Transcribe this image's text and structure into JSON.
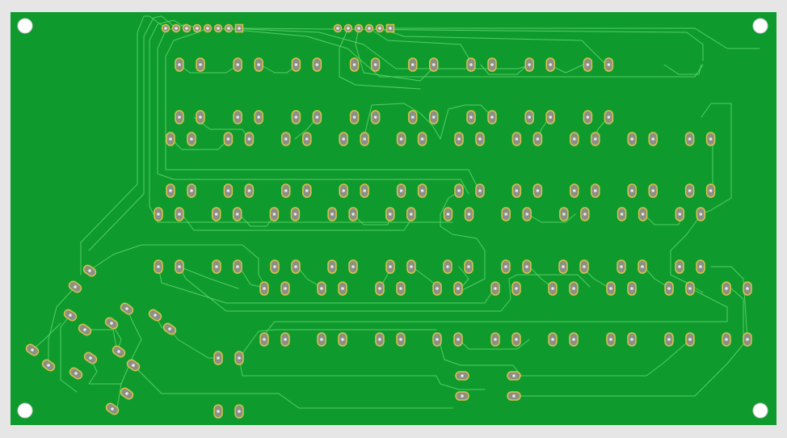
{
  "colors": {
    "background": "#e6e6e6",
    "board": "#0f9a2e",
    "trace": "#5fd86a",
    "pad_ring": "#d8c24a",
    "pad_fill": "#8c8f86",
    "drill": "#e8e8e8",
    "mount_hole": "#ffffff"
  },
  "icons": {
    "mounting_hole": "circle-icon",
    "pad": "pad-icon",
    "header_pin": "header-pin-icon"
  },
  "headers": [
    {
      "name": "header-j1",
      "pins": 8,
      "square_last": true
    },
    {
      "name": "header-j2",
      "pins": 6,
      "square_last": true
    }
  ]
}
